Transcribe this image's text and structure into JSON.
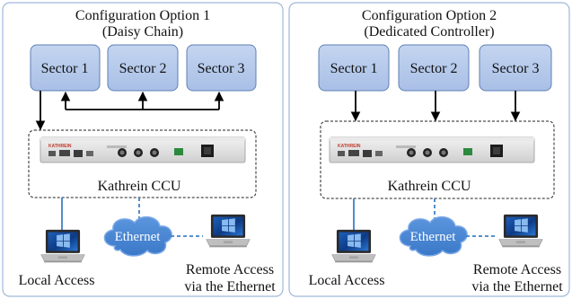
{
  "panels": [
    {
      "title": "Configuration Option 1",
      "subtitle": "(Daisy Chain)",
      "sectors": [
        "Sector 1",
        "Sector 2",
        "Sector 3"
      ],
      "controller_label": "Kathrein CCU",
      "network_label": "Ethernet",
      "local_label": "Local Access",
      "remote_label_line1": "Remote Access",
      "remote_label_line2": "via the Ethernet"
    },
    {
      "title": "Configuration Option 2",
      "subtitle": "(Dedicated Controller)",
      "sectors": [
        "Sector 1",
        "Sector 2",
        "Sector 3"
      ],
      "controller_label": "Kathrein CCU",
      "network_label": "Ethernet",
      "local_label": "Local Access",
      "remote_label_line1": "Remote Access",
      "remote_label_line2": "via the Ethernet"
    }
  ],
  "device_brand": "KATHREIN",
  "colors": {
    "panel_border": "#9fb8d8",
    "sector_fill": "#b4c8ea",
    "sector_border": "#5e7fb5",
    "cloud_fill": "#4a86d4",
    "cloud_border": "#7aa8e8",
    "link_blue": "#3f82c4",
    "brand_red": "#c0392b"
  },
  "icons": [
    "laptop-icon",
    "cloud-icon",
    "ccu-device-icon"
  ]
}
